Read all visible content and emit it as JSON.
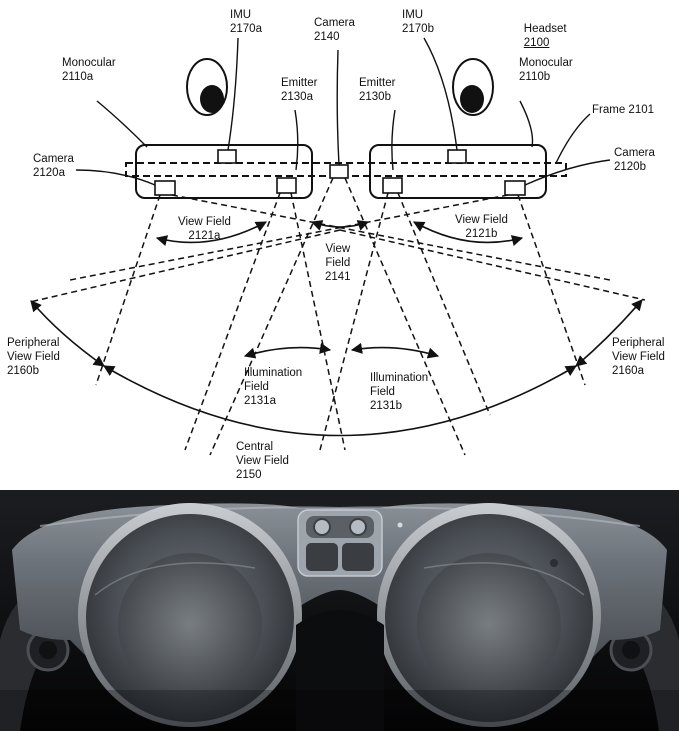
{
  "diagram": {
    "headset_label": "Headset",
    "headset_number": "2100",
    "labels": {
      "imu_a": "IMU\n2170a",
      "camera_2140": "Camera\n2140",
      "imu_b": "IMU\n2170b",
      "monocular_a": "Monocular\n2110a",
      "emitter_a": "Emitter\n2130a",
      "emitter_b": "Emitter\n2130b",
      "monocular_b": "Monocular\n2110b",
      "frame": "Frame 2101",
      "camera_a": "Camera\n2120a",
      "camera_b": "Camera\n2120b",
      "view_field_a": "View Field\n2121a",
      "view_field_b": "View Field\n2121b",
      "view_field_2141": "View\nField\n2141",
      "peripheral_b": "Peripheral\nView Field\n2160b",
      "peripheral_a": "Peripheral\nView Field\n2160a",
      "illumination_a": "Illumination\nField\n2131a",
      "illumination_b": "Illumination\nField\n2131b",
      "central": "Central\nView Field\n2150"
    }
  },
  "photo": {
    "description_icon": "ar-headset-front-photo"
  }
}
